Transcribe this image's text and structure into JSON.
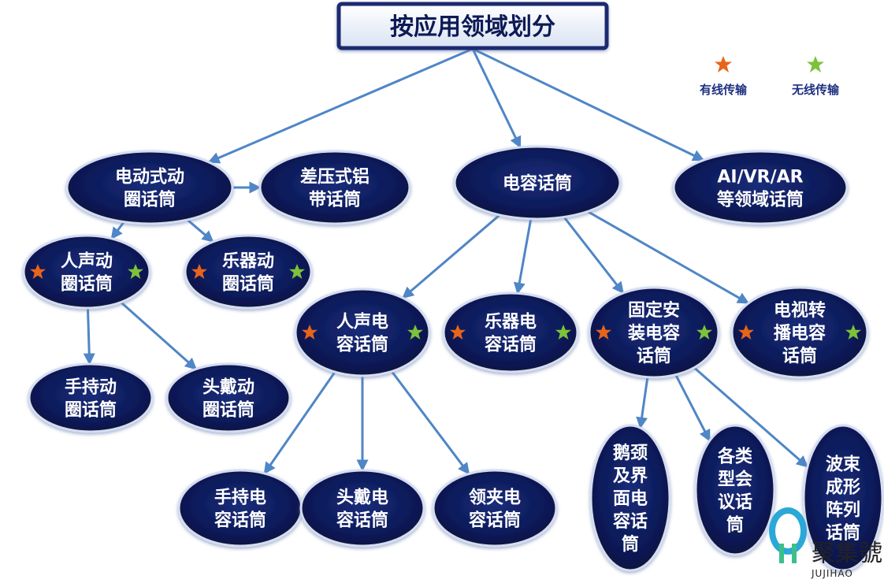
{
  "title": "按应用领域划分",
  "legend": {
    "wired": {
      "label": "有线传输",
      "color": "#e8641a"
    },
    "wireless": {
      "label": "无线传输",
      "color": "#7cc23a"
    }
  },
  "colors": {
    "node_fill": "#0c1a5c",
    "arrow": "#4f86c6",
    "title_border": "#1a2a70"
  },
  "nodes": [
    {
      "id": "n1",
      "lines": [
        "电动式动",
        "圈话筒"
      ],
      "stars": false
    },
    {
      "id": "n2",
      "lines": [
        "差压式铝",
        "带话筒"
      ],
      "stars": false
    },
    {
      "id": "n3",
      "lines": [
        "电容话筒"
      ],
      "stars": false
    },
    {
      "id": "n4",
      "lines": [
        "AI/VR/AR",
        "等领域话筒"
      ],
      "stars": false
    },
    {
      "id": "n5",
      "lines": [
        "人声动",
        "圈话筒"
      ],
      "stars": true
    },
    {
      "id": "n6",
      "lines": [
        "乐器动",
        "圈话筒"
      ],
      "stars": true
    },
    {
      "id": "n7",
      "lines": [
        "手持动",
        "圈话筒"
      ],
      "stars": false
    },
    {
      "id": "n8",
      "lines": [
        "头戴动",
        "圈话筒"
      ],
      "stars": false
    },
    {
      "id": "n9",
      "lines": [
        "人声电",
        "容话筒"
      ],
      "stars": true
    },
    {
      "id": "n10",
      "lines": [
        "乐器电",
        "容话筒"
      ],
      "stars": true
    },
    {
      "id": "n11",
      "lines": [
        "固定安",
        "装电容",
        "话筒"
      ],
      "stars": true
    },
    {
      "id": "n12",
      "lines": [
        "电视转",
        "播电容",
        "话筒"
      ],
      "stars": true
    },
    {
      "id": "n13",
      "lines": [
        "手持电",
        "容话筒"
      ],
      "stars": false
    },
    {
      "id": "n14",
      "lines": [
        "头戴电",
        "容话筒"
      ],
      "stars": false
    },
    {
      "id": "n15",
      "lines": [
        "领夹电",
        "容话筒"
      ],
      "stars": false
    },
    {
      "id": "n16",
      "lines": [
        "鹅颈",
        "及界",
        "面电",
        "容话",
        "筒"
      ],
      "stars": false
    },
    {
      "id": "n17",
      "lines": [
        "各类",
        "型会",
        "议话",
        "筒"
      ],
      "stars": false
    },
    {
      "id": "n18",
      "lines": [
        "波束",
        "成形",
        "阵列",
        "话筒"
      ],
      "stars": false
    }
  ],
  "edges": [
    [
      "title",
      "n1"
    ],
    [
      "title",
      "n3"
    ],
    [
      "title",
      "n4"
    ],
    [
      "n1",
      "n2"
    ],
    [
      "n1",
      "n5"
    ],
    [
      "n1",
      "n6"
    ],
    [
      "n5",
      "n7"
    ],
    [
      "n5",
      "n8"
    ],
    [
      "n3",
      "n9"
    ],
    [
      "n3",
      "n10"
    ],
    [
      "n3",
      "n11"
    ],
    [
      "n3",
      "n12"
    ],
    [
      "n9",
      "n13"
    ],
    [
      "n9",
      "n14"
    ],
    [
      "n9",
      "n15"
    ],
    [
      "n11",
      "n16"
    ],
    [
      "n11",
      "n17"
    ],
    [
      "n11",
      "n18"
    ]
  ],
  "watermark": {
    "cn": "聚集號",
    "en": "JUJIHAO"
  }
}
